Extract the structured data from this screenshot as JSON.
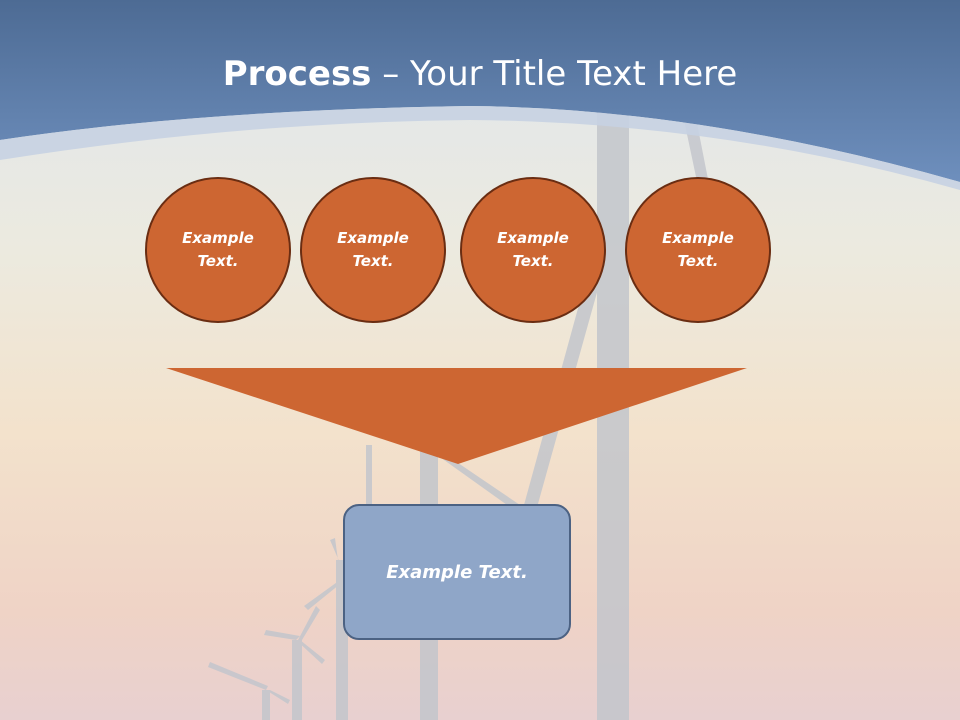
{
  "slide": {
    "title_bold": "Process",
    "title_rest": " – Your Title Text Here"
  },
  "steps": [
    {
      "line1": "Example",
      "line2": "Text."
    },
    {
      "line1": "Example",
      "line2": "Text."
    },
    {
      "line1": "Example",
      "line2": "Text."
    },
    {
      "line1": "Example",
      "line2": "Text."
    }
  ],
  "result": {
    "label": "Example Text."
  },
  "colors": {
    "header": "#5a7ba6",
    "step_fill": "#cd6632",
    "step_border": "#6a2d12",
    "funnel": "#cd6632",
    "result_fill": "#8fa6c8",
    "result_border": "#4c6283"
  }
}
